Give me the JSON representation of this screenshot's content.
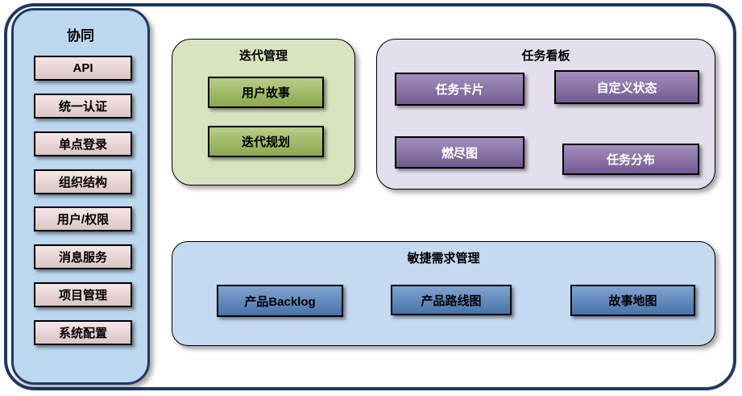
{
  "sidebar": {
    "title": "协同",
    "items": [
      "API",
      "统一认证",
      "单点登录",
      "组织结构",
      "用户/权限",
      "消息服务",
      "项目管理",
      "系统配置"
    ]
  },
  "iteration": {
    "title": "迭代管理",
    "items": [
      "用户故事",
      "迭代规划"
    ]
  },
  "kanban": {
    "title": "任务看板",
    "items": [
      "任务卡片",
      "自定义状态",
      "燃尽图",
      "任务分布"
    ]
  },
  "requirements": {
    "title": "敏捷需求管理",
    "items": [
      "产品Backlog",
      "产品路线图",
      "故事地图"
    ]
  },
  "colors": {
    "frame_border": "#1F3864",
    "sidebar_fill": "#BDD7EE",
    "sidebar_item_fill": "#F2DCDB",
    "iteration_fill": "#D7E4BD",
    "iteration_item_fill": "#9BBB59",
    "kanban_fill": "#E4DFEC",
    "kanban_item_fill": "#8064A2",
    "requirements_fill": "#C5D9F1",
    "requirements_item_fill": "#4F81BD"
  }
}
